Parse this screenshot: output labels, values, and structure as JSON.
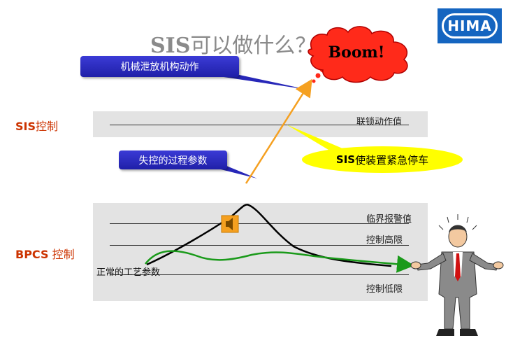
{
  "slide": {
    "title_bold": "SIS",
    "title_rest": "可以做什么？"
  },
  "logo": {
    "text": "HIMA"
  },
  "explosion": {
    "text": "Boom!"
  },
  "callouts": {
    "mechanical": "机械泄放机构动作",
    "runaway": "失控的过程参数",
    "sis_shutdown_bold": "SIS",
    "sis_shutdown_rest": "使装置紧急停车"
  },
  "layers": {
    "sis_bold": "SIS",
    "sis_rest": "控制",
    "bpcs_bold": "BPCS",
    "bpcs_rest": " 控制"
  },
  "levels": {
    "interlock": "联锁动作值",
    "critical_alarm": "临界报警值",
    "control_high": "控制高限",
    "control_low": "控制低限"
  },
  "process": {
    "normal": "正常的工艺参数"
  },
  "colors": {
    "sis_label": "#cc3300",
    "callout_blue": "#2727b8",
    "oval_yellow": "#ffff00",
    "arrow_orange": "#f5a020",
    "normal_curve": "#1a9a1a",
    "upset_curve": "#000000",
    "logo_blue": "#1565c0",
    "boom_red": "#ff2a1a"
  }
}
